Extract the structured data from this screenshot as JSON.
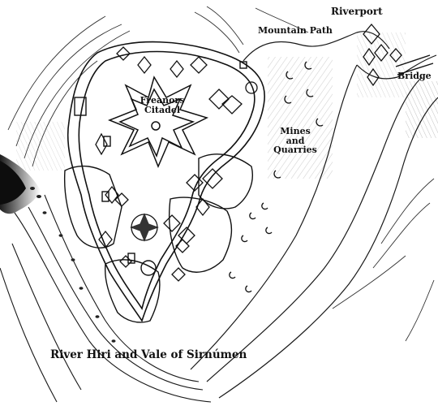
{
  "map": {
    "labels": {
      "riverport": "Riverport",
      "mountain_path": "Mountain Path",
      "bridge": "Bridge",
      "citadel_line1": "Freanors",
      "citadel_line2": "Citadel",
      "mines_line1": "Mines",
      "mines_line2": "and",
      "mines_line3": "Quarries",
      "river": "River Hiri and Vale of Sirnúmen"
    },
    "colors": {
      "ink": "#1a1a1a",
      "paper": "#ffffff",
      "shade": "#2a2a2a"
    }
  }
}
